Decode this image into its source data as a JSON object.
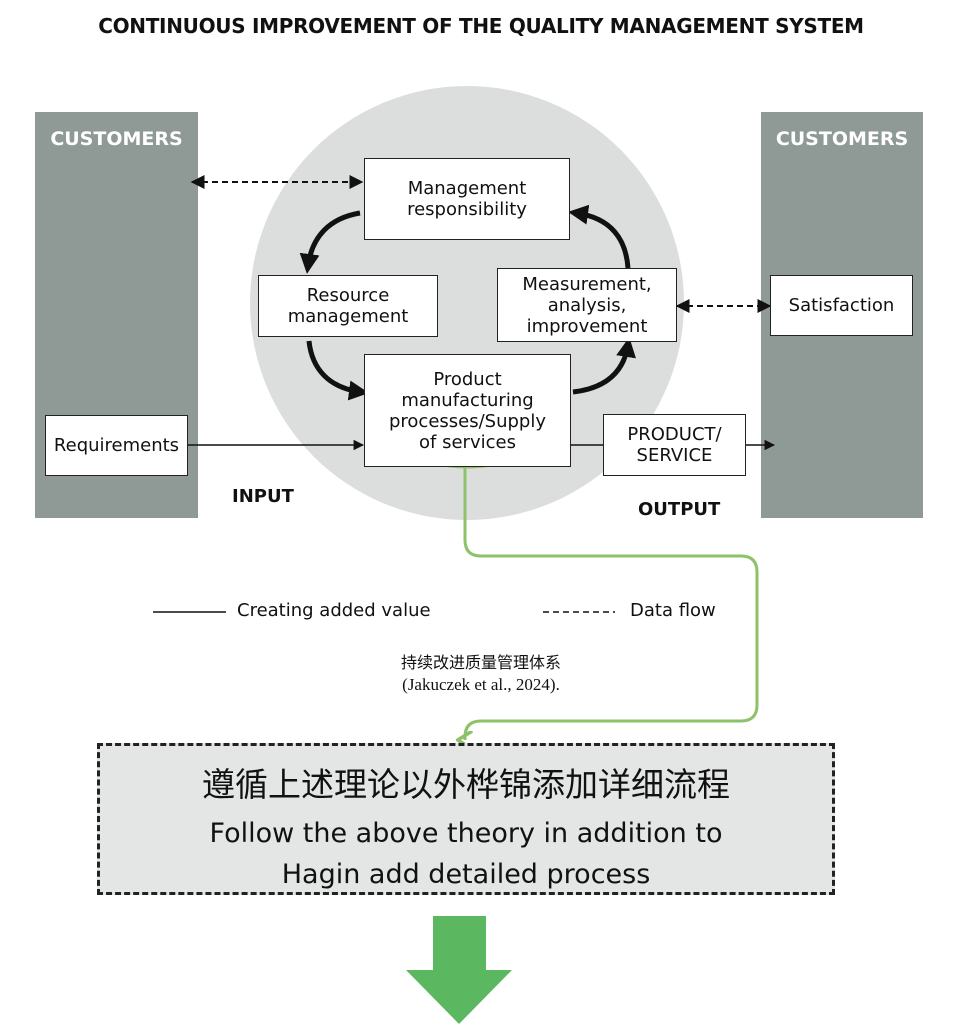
{
  "title": "CONTINUOUS IMPROVEMENT OF THE QUALITY MANAGEMENT SYSTEM",
  "customers_left": "CUSTOMERS",
  "customers_right": "CUSTOMERS",
  "boxes": {
    "management": "Management\nresponsibility",
    "resource": "Resource\nmanagement",
    "measurement": "Measurement,\nanalysis,\nimprovement",
    "product": "Product\nmanufacturing\nprocesses/Supply\nof services",
    "requirements": "Requirements",
    "satisfaction": "Satisfaction",
    "product_service": "PRODUCT/\nSERVICE"
  },
  "labels": {
    "input": "INPUT",
    "output": "OUTPUT"
  },
  "legend": {
    "solid": "Creating added value",
    "dashed": "Data flow"
  },
  "caption": {
    "cn": "持续改进质量管理体系",
    "en": "(Jakuczek et al., 2024)."
  },
  "callout": {
    "cn": "遵循上述理论以外桦锦添加详细流程",
    "en_line1": "Follow the above theory in addition to",
    "en_line2": "Hagin add detailed process"
  },
  "colors": {
    "customers": "#8f9a96",
    "circle": "#dcdedd",
    "highlight": "#8dc26a",
    "arrow": "#5cb860",
    "callout_bg": "#e4e6e5"
  }
}
